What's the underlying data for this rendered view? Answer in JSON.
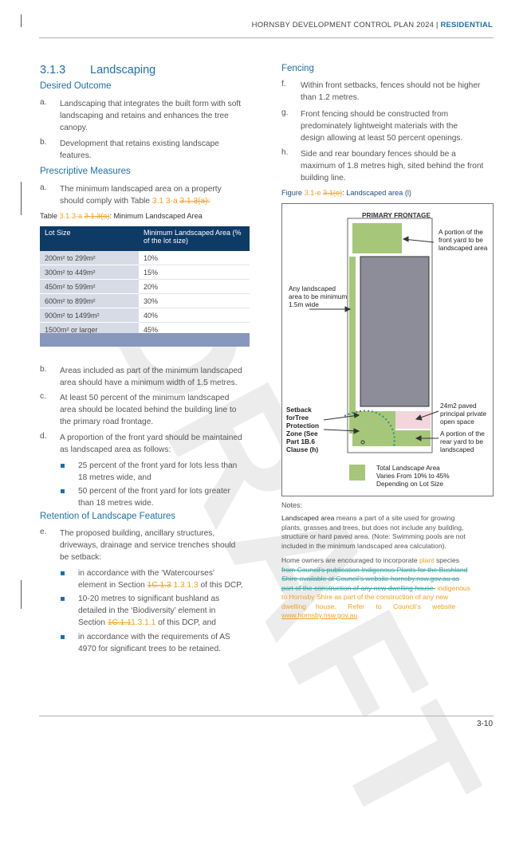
{
  "header": {
    "title": "HORNSBY DEVELOPMENT CONTROL PLAN 2024",
    "section": "RESIDENTIAL"
  },
  "page_number": "3-10",
  "section": {
    "number": "3.1.3",
    "title": "Landscaping"
  },
  "desired_outcome": {
    "heading": "Desired Outcome",
    "items": [
      {
        "letter": "a.",
        "lines": [
          "Landscaping that integrates the built form with soft",
          "landscaping and retains and enhances the tree",
          "canopy."
        ]
      },
      {
        "letter": "b.",
        "lines": [
          "Development that retains existing landscape",
          "features."
        ]
      }
    ]
  },
  "prescriptive": {
    "heading": "Prescriptive Measures",
    "a_letter": "a.",
    "a_line1": "The minimum landscaped area on a property",
    "a_line2_pre": "should comply with Table ",
    "a_line2_new": "3.1 3-a",
    "a_line2_old": "3.1.3(a)",
    "a_line2_post": ":"
  },
  "table": {
    "caption_pre": "Table ",
    "caption_new": "3.1.3-a",
    "caption_old": "3.1.3(a)",
    "caption_post": ": Minimum Landscaped Area",
    "headers": [
      "Lot Size",
      "Minimum Landscaped Area (% of the lot size)"
    ],
    "rows": [
      [
        "200m² to 299m²",
        "10%"
      ],
      [
        "300m² to 449m²",
        "15%"
      ],
      [
        "450m² to 599m²",
        "20%"
      ],
      [
        "600m² to 899m²",
        "30%"
      ],
      [
        "900m² to 1499m²",
        "40%"
      ],
      [
        "1500m² or larger",
        "45%"
      ]
    ]
  },
  "after_table": [
    {
      "letter": "b.",
      "lines": [
        "Areas included as part of the minimum landscaped",
        "area should have a minimum width of 1.5 metres."
      ]
    },
    {
      "letter": "c.",
      "lines": [
        "At least 50 percent of the minimum landscaped",
        "area should be located behind the building line to",
        "the primary road frontage."
      ]
    },
    {
      "letter": "d.",
      "lines": [
        "A proportion of the front yard should be maintained",
        "as landscaped area as follows:"
      ]
    }
  ],
  "d_bullets": [
    {
      "lines": [
        "25 percent of the front yard for lots less than",
        "18 metres wide, and"
      ]
    },
    {
      "lines": [
        "50 percent of the front yard for lots greater",
        "than 18 metres wide."
      ]
    }
  ],
  "retention": {
    "heading": "Retention of Landscape Features",
    "e_letter": "e.",
    "e_lines": [
      "The proposed building, ancillary structures,",
      "driveways, drainage and service trenches should",
      "be setback:"
    ],
    "b1_line1": "in accordance with the ‘Watercourses’",
    "b1_pre": "element in Section ",
    "b1_old": "1C.1.3",
    "b1_new": "1.3.1.3",
    "b1_post": " of this DCP,",
    "b2_line1": "10-20 metres to significant bushland as",
    "b2_line2": "detailed in the ‘Biodiversity’ element in",
    "b2_pre": "Section ",
    "b2_old": "1C.1.1",
    "b2_new": "1.3.1.1",
    "b2_post": " of this DCP, and",
    "b3_line1": "in accordance with the requirements of AS",
    "b3_line2": "4970 for significant trees to be retained."
  },
  "fencing": {
    "heading": "Fencing",
    "items": [
      {
        "letter": "f.",
        "lines": [
          "Within front setbacks, fences should not be higher",
          "than 1.2 metres."
        ]
      },
      {
        "letter": "g.",
        "lines": [
          "Front fencing should be constructed from",
          "predominately lightweight materials with the",
          "design allowing at least 50 percent openings."
        ]
      },
      {
        "letter": "h.",
        "lines": [
          "Side and rear boundary fences should be a",
          "maximum of 1.8 metres high, sited behind the front",
          "building line."
        ]
      }
    ]
  },
  "figure": {
    "caption_pre": "Figure ",
    "caption_new": "3.1-e",
    "caption_old": "3.1(e)",
    "caption_post": ": Landscaped area",
    "caption_tail": "(l)",
    "labels": {
      "primary_frontage": "PRIMARY FRONTAGE",
      "front_yard": [
        "A portion of the",
        "front yard to be",
        "landscaped area"
      ],
      "any_landscaped": [
        "Any  landscaped",
        "area to be minimum",
        "1.5m wide"
      ],
      "setback": [
        "Setback",
        "forTree",
        "Protection",
        "Zone (See",
        "Part 1B.6",
        "Clause (h)"
      ],
      "paved": [
        "24m2  paved",
        "principal private",
        "open space"
      ],
      "rear_yard": [
        "A portion of the",
        "rear yard to be",
        "landscaped"
      ],
      "total": [
        "Total  Landscape  Area",
        "Varies From 10% to 45%",
        "Depending on Lot Size"
      ]
    }
  },
  "notes": {
    "heading": "Notes:",
    "p1_term": "Landscaped area",
    "p1_lines": [
      " means a part of a site used for growing",
      "plants, grasses and trees, but does not include any building,",
      "structure or hard paved area. (Note: Swimming pools are not",
      "included in the minimum landscaped area calculation)."
    ],
    "p2_pre": "Home owners are encouraged to incorporate ",
    "p2_new1": "plant",
    "p2_post": " species",
    "p2_old_lines": [
      "from Council’s publication Indigenous Plants for the Bushland",
      "Shire available at Council’s website hornsby.nsw.gov.au as",
      "part of the construction of any new dwelling house."
    ],
    "p2_new_a": "indigenous",
    "p2_new_lines": [
      "to Hornsby Shire as part of the construction of any new",
      "dwelling     house.      Refer      to      Council’s      website"
    ],
    "p2_url": "www.hornsby.nsw.gov.au",
    "p2_end": "."
  },
  "watermark": "DRAFT"
}
